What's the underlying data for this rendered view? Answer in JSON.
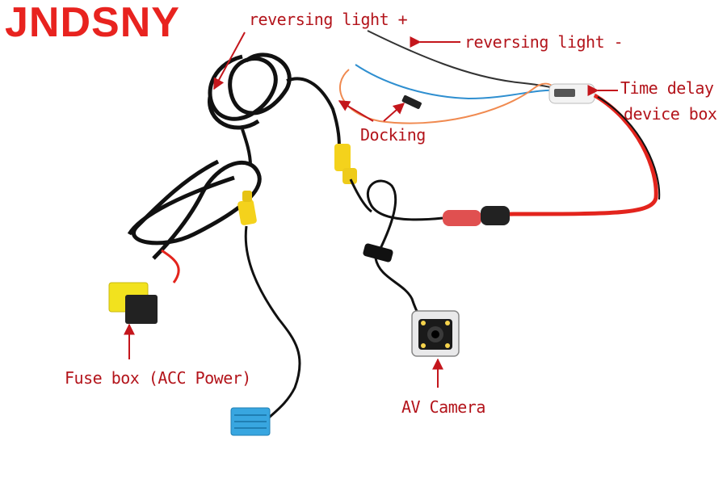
{
  "brand": "JNDSNY",
  "labels": {
    "reversing_plus": "reversing light +",
    "reversing_minus": "reversing light -",
    "time_delay_1": "Time delay",
    "time_delay_2": "device box",
    "docking": "Docking",
    "fuse_box": "Fuse box (ACC Power)",
    "av_camera": "AV Camera"
  },
  "colors": {
    "brand": "#e8231f",
    "label_text": "#b3141b",
    "arrow": "#c4161c",
    "wire_black": "#111111",
    "wire_red": "#e3241d",
    "wire_blue": "#2f8fd0",
    "wire_orange": "#f08a50",
    "rca_yellow": "#f4d21c",
    "fuse_yellow": "#f2e21e",
    "connector_blue": "#38a6e0"
  }
}
